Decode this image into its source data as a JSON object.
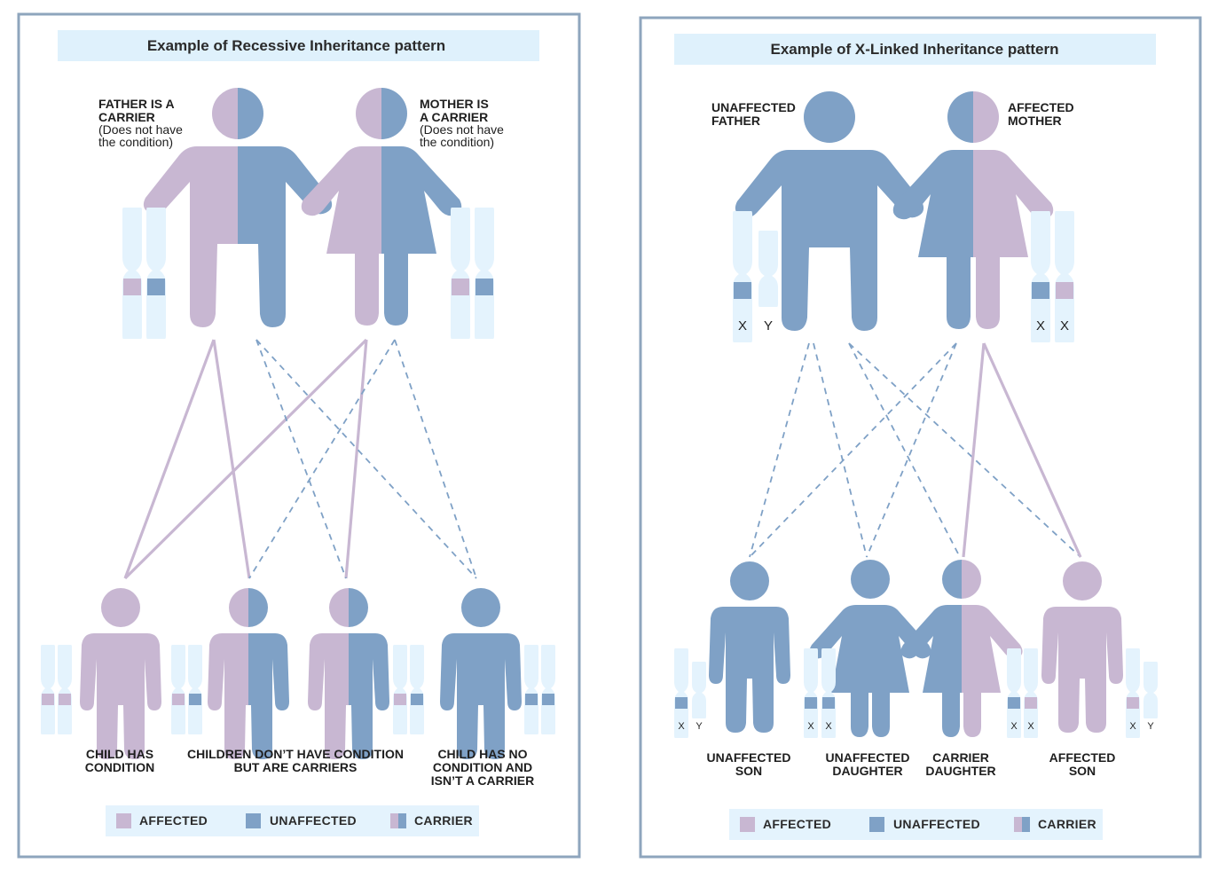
{
  "colors": {
    "affected": "#c8b7d2",
    "unaffected": "#7fa1c6",
    "chromosome": "#e4f3fd",
    "panel_border": "#8ea5bd",
    "header_bg": "#dff1fc",
    "legend_bg": "#e4f3fd"
  },
  "recessive": {
    "title": "Example of Recessive Inheritance pattern",
    "father": {
      "line1": "FATHER IS A",
      "line2": "CARRIER",
      "sub1": "(Does not have",
      "sub2": "the condition)"
    },
    "mother": {
      "line1": "MOTHER IS",
      "line2": "A CARRIER",
      "sub1": "(Does not have",
      "sub2": "the condition)"
    },
    "child_affected": {
      "line1": "CHILD HAS",
      "line2": "CONDITION"
    },
    "children_carriers": {
      "line1": "CHILDREN DON’T HAVE CONDITION",
      "line2": "BUT ARE CARRIERS"
    },
    "child_clear": {
      "line1": "CHILD HAS NO",
      "line2": "CONDITION AND",
      "line3": "ISN’T A CARRIER"
    }
  },
  "xlinked": {
    "title": "Example of X-Linked Inheritance pattern",
    "father": {
      "line1": "UNAFFECTED",
      "line2": "FATHER"
    },
    "mother": {
      "line1": "AFFECTED",
      "line2": "MOTHER"
    },
    "father_chromosomes": [
      "X",
      "Y"
    ],
    "mother_chromosomes": [
      "X",
      "X"
    ],
    "son1": {
      "line1": "UNAFFECTED",
      "line2": "SON",
      "chromosomes": [
        "X",
        "Y"
      ]
    },
    "daughter1": {
      "line1": "UNAFFECTED",
      "line2": "DAUGHTER",
      "chromosomes": [
        "X",
        "X"
      ]
    },
    "daughter2": {
      "line1": "CARRIER",
      "line2": "DAUGHTER",
      "chromosomes": [
        "X",
        "X"
      ]
    },
    "son2": {
      "line1": "AFFECTED",
      "line2": "SON",
      "chromosomes": [
        "X",
        "Y"
      ]
    }
  },
  "legend": {
    "affected": "AFFECTED",
    "unaffected": "UNAFFECTED",
    "carrier": "CARRIER"
  }
}
